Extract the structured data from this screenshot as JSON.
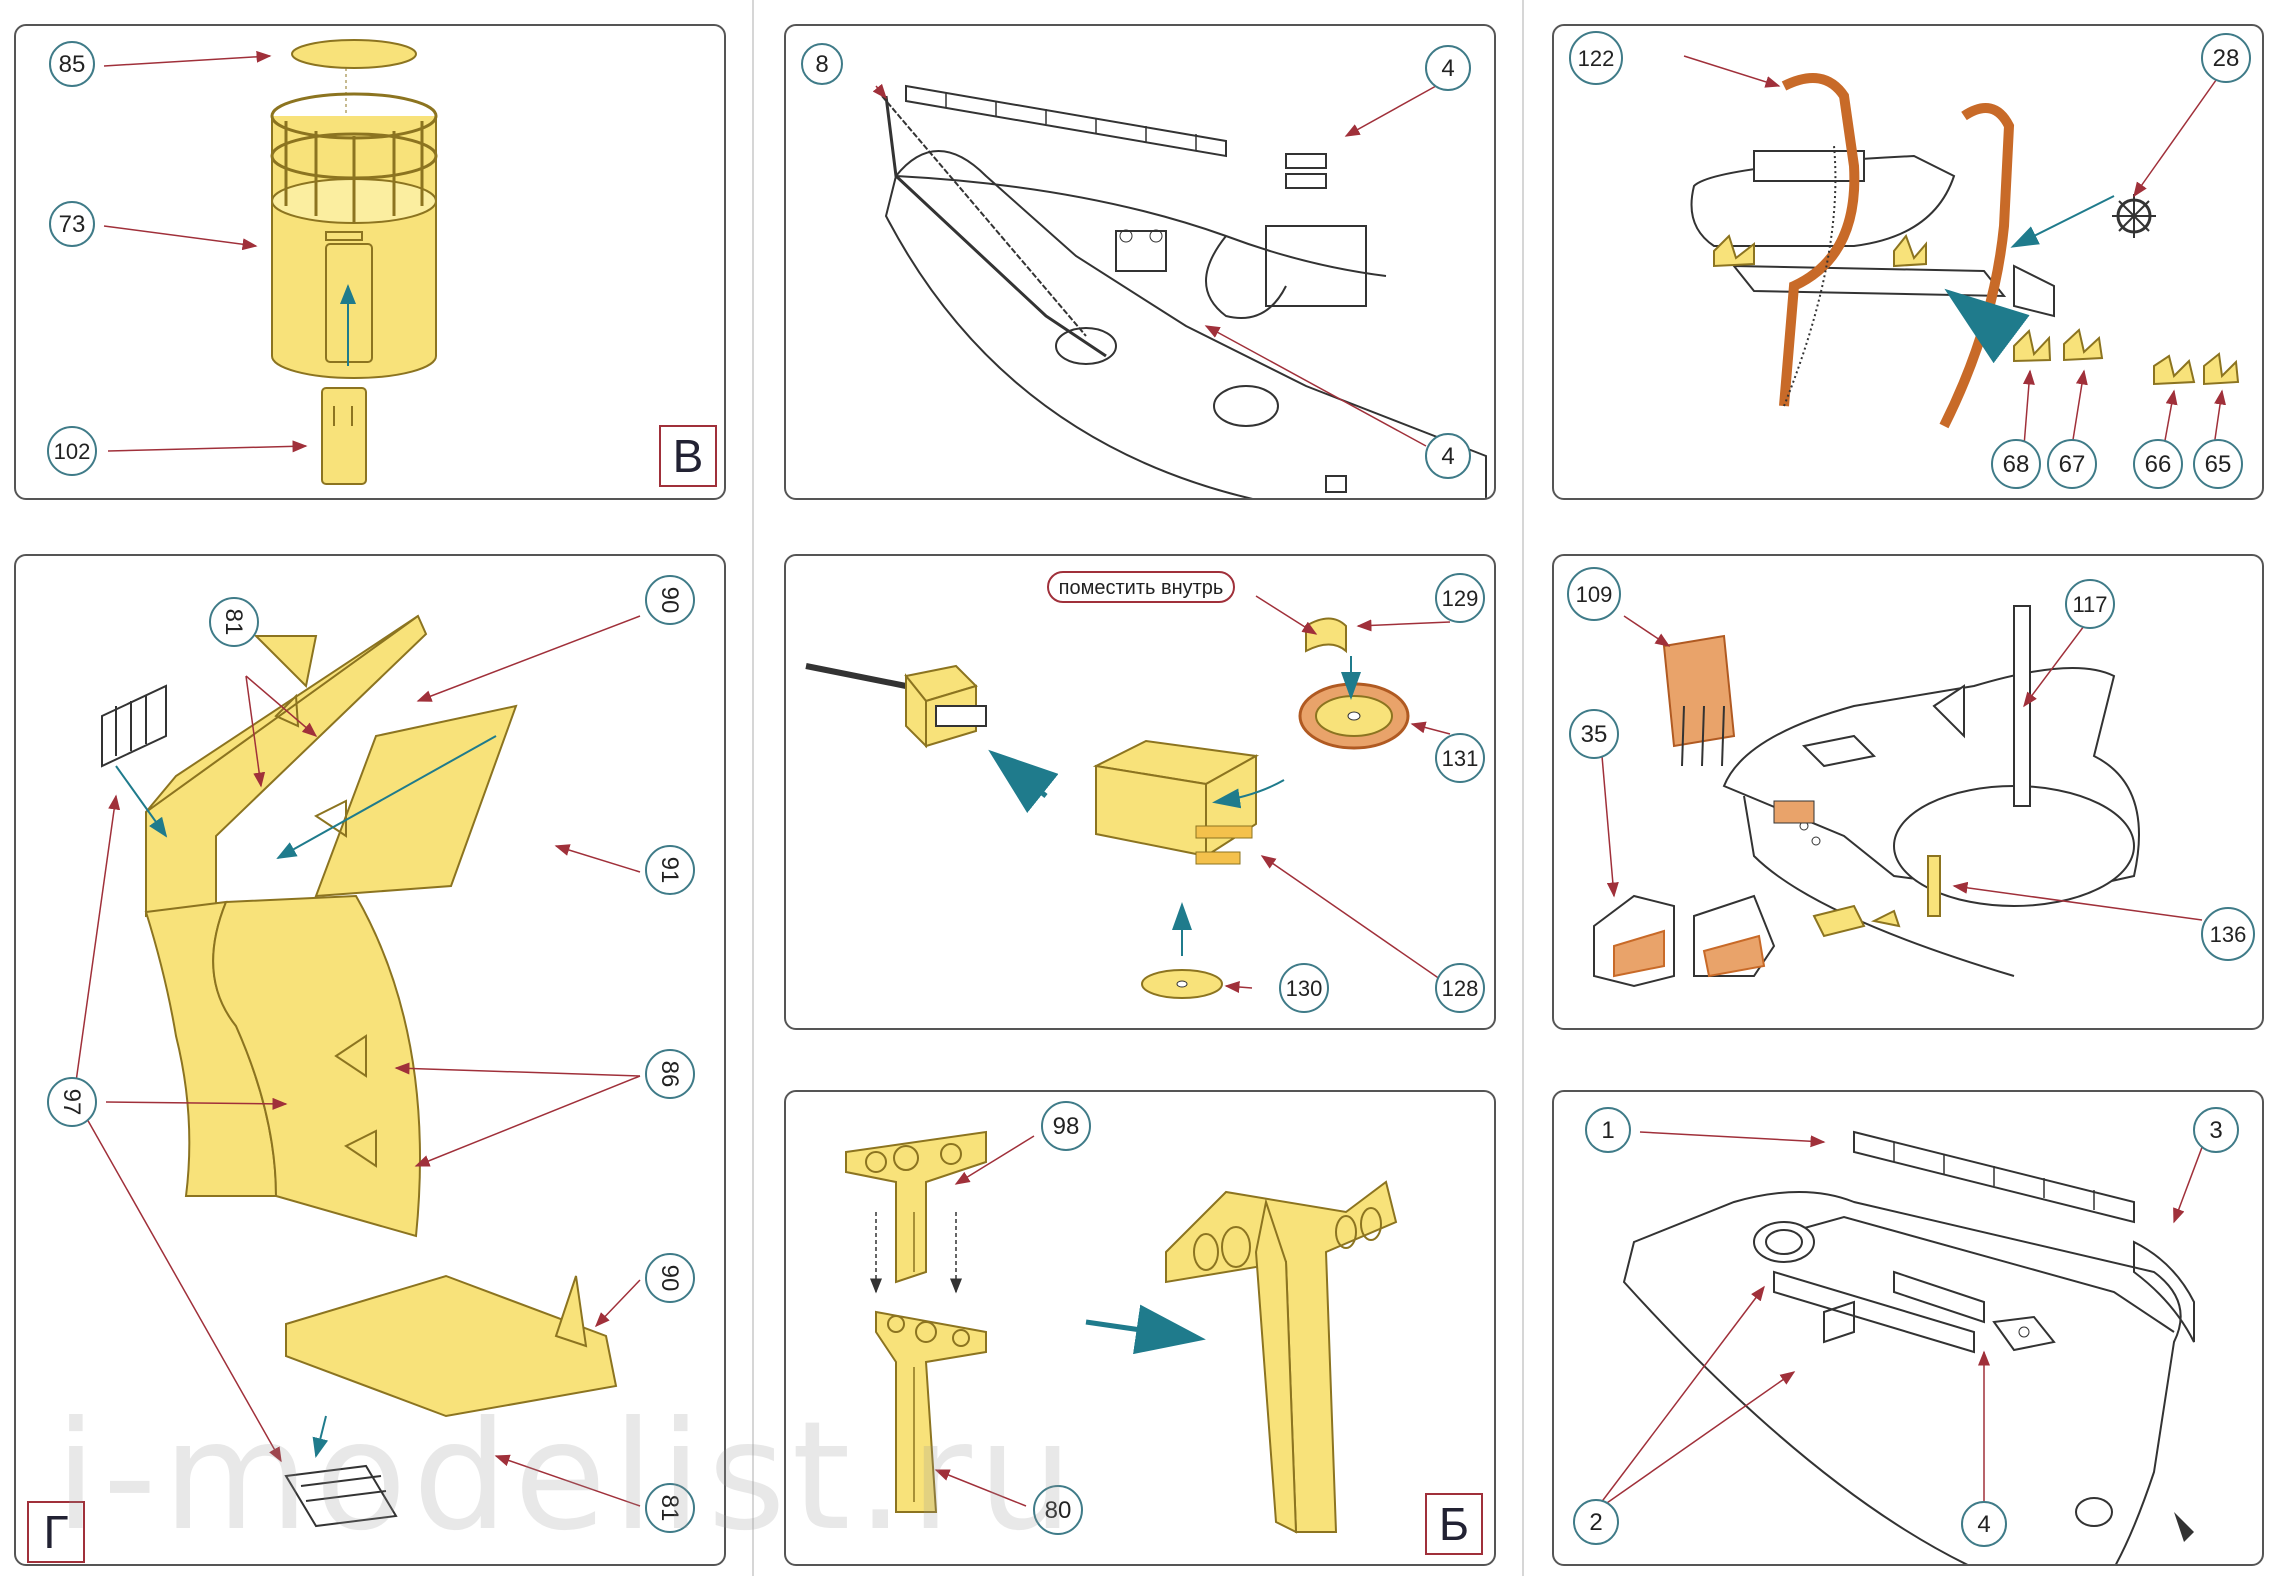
{
  "colors": {
    "part_fill": "#f8e27a",
    "part_stroke": "#8c7420",
    "leader": "#a0303a",
    "arrow": "#1f7b8c",
    "circle_stroke": "#3f7b88",
    "detail": "#c86a28"
  },
  "panels": {
    "p1": {
      "labels": [
        "85",
        "73",
        "102"
      ],
      "letter": "B"
    },
    "p2": {
      "labels": [
        "8",
        "4",
        "4"
      ]
    },
    "p3": {
      "labels": [
        "122",
        "28",
        "68",
        "67",
        "66",
        "65"
      ]
    },
    "p4": {
      "labels": [
        "90",
        "81",
        "91",
        "97",
        "86",
        "90",
        "81"
      ],
      "letter": "Г"
    },
    "p5": {
      "labels": [
        "129",
        "131",
        "130",
        "128"
      ],
      "note": "поместить внутрь"
    },
    "p6": {
      "labels": [
        "109",
        "117",
        "35",
        "136"
      ]
    },
    "p7": {
      "labels": [
        "98",
        "80"
      ],
      "letter": "Б"
    },
    "p8": {
      "labels": [
        "1",
        "3",
        "2",
        "4"
      ]
    }
  },
  "watermark": "i-modelist.ru"
}
